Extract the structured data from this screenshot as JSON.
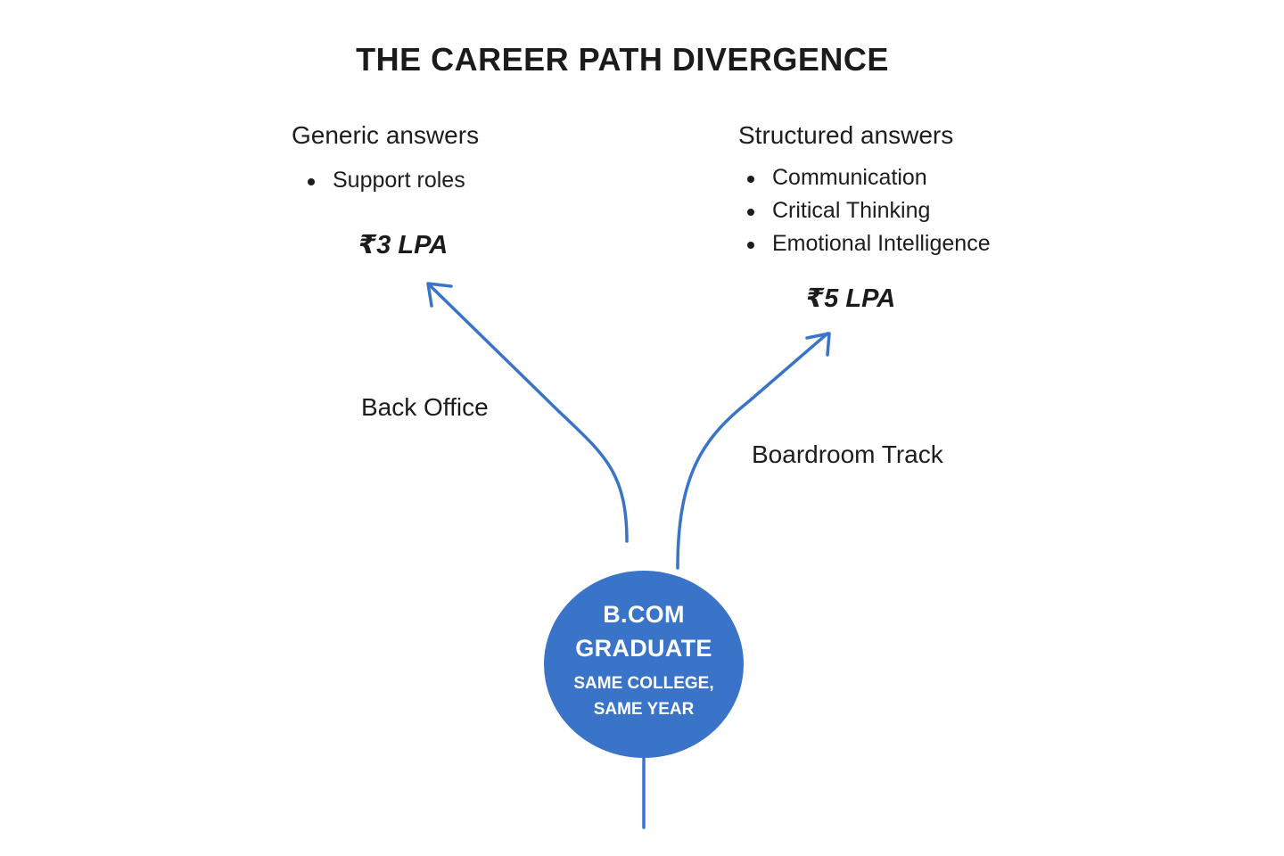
{
  "title": "THE CAREER PATH DIVERGENCE",
  "left_branch": {
    "heading": "Generic answers",
    "bullets": [
      "Support roles"
    ],
    "salary": "₹3 LPA",
    "path_label": "Back Office"
  },
  "right_branch": {
    "heading": "Structured answers",
    "bullets": [
      "Communication",
      "Critical Thinking",
      "Emotional Intelligence"
    ],
    "salary": "₹5 LPA",
    "path_label": "Boardroom Track"
  },
  "node": {
    "line1": "B.COM",
    "line2": "GRADUATE",
    "line3": "SAME COLLEGE,",
    "line4": "SAME YEAR"
  },
  "colors": {
    "accent": "#3a74c9",
    "text": "#1d1d1d"
  },
  "icons": {
    "arrow": "arrow-up-left-icon / arrow-up-right-icon"
  }
}
